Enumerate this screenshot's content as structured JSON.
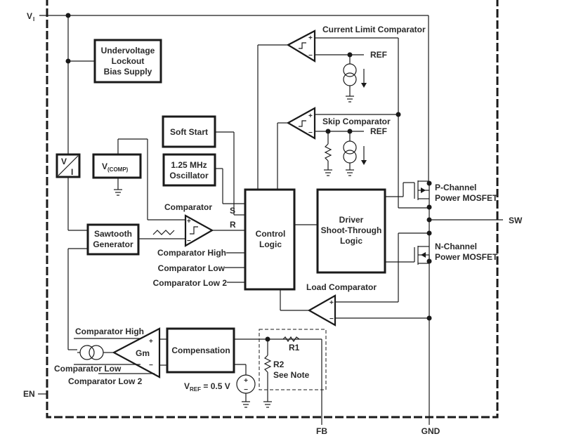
{
  "diagram": {
    "type": "block-diagram",
    "title": "Buck converter functional block diagram",
    "pins": {
      "vi": "V",
      "vi_sub": "I",
      "en": "EN",
      "sw": "SW",
      "fb": "FB",
      "gnd": "GND"
    },
    "blocks": {
      "uvlo": [
        "Undervoltage",
        "Lockout",
        "Bias Supply"
      ],
      "soft_start": "Soft Start",
      "oscillator": [
        "1.25 MHz",
        "Oscillator"
      ],
      "vcomp": "V",
      "vcomp_sub": "(COMP)",
      "vi_converter_v": "V",
      "vi_converter_i": "I",
      "sawtooth": [
        "Sawtooth",
        "Generator"
      ],
      "control_logic": [
        "Control",
        "Logic"
      ],
      "driver": [
        "Driver",
        "Shoot-Through",
        "Logic"
      ],
      "compensation": "Compensation"
    },
    "comparators": {
      "current_limit": "Current Limit Comparator",
      "skip": "Skip Comparator",
      "pwm": "Comparator",
      "load": "Load Comparator",
      "gm": "Gm"
    },
    "labels": {
      "ref1": "REF",
      "ref2": "REF",
      "s": "S",
      "r": "R",
      "comp_high": "Comparator High",
      "comp_low": "Comparator Low",
      "comp_low2": "Comparator Low 2",
      "gm_high": "Comparator High",
      "gm_low": "Comparator Low",
      "gm_low2": "Comparator Low 2",
      "vref_v": "V",
      "vref_sub": "REF",
      "vref_val": " = 0.5 V",
      "r1": "R1",
      "r2": "R2",
      "see_note": "See Note",
      "plus": "+",
      "minus": "−"
    },
    "mosfets": {
      "p_channel": [
        "P-Channel",
        "Power MOSFET"
      ],
      "n_channel": [
        "N-Channel",
        "Power MOSFET"
      ]
    }
  }
}
